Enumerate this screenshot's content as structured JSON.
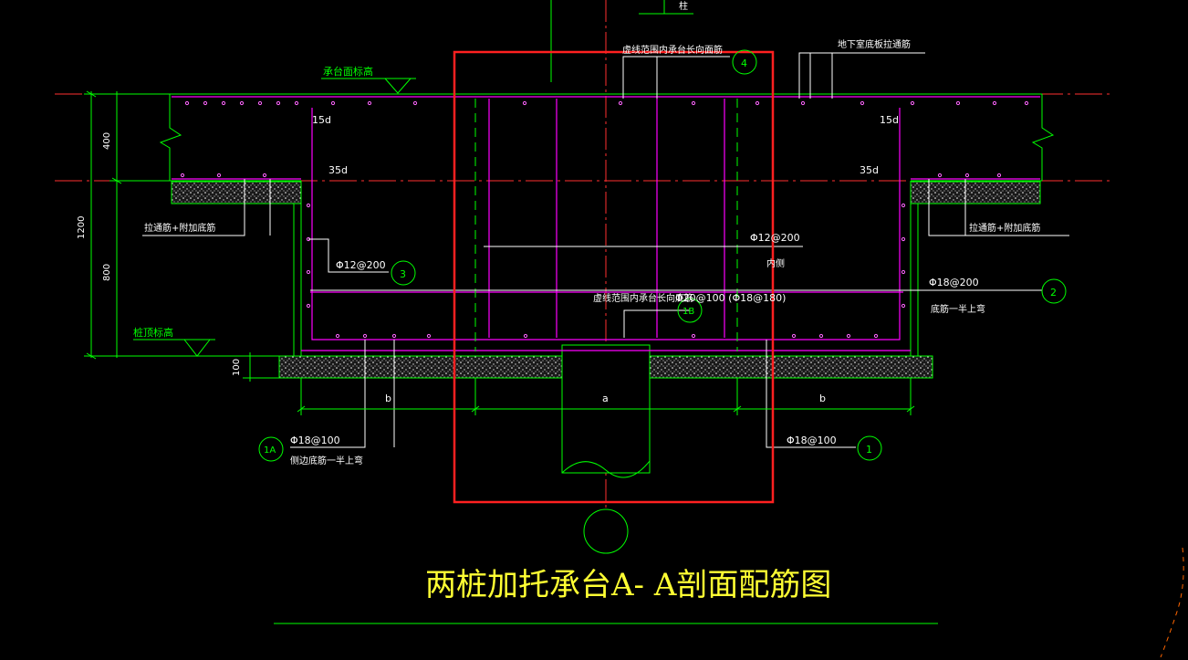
{
  "title": "两桩加托承台A- A剖面配筋图",
  "labels": {
    "col_top": "柱",
    "cap_top_elev": "承台面标高",
    "pile_top_elev": "桩顶标高",
    "basement_bar": "地下室底板拉通筋",
    "dashed_top_bar": "虚线范围内承台长向面筋",
    "dashed_bottom_bar": "虚线范围内承台长向底筋",
    "tie_bar_left": "拉通筋+附加底筋",
    "tie_bar_right": "拉通筋+附加底筋",
    "stirrup_note": "Φ12@200",
    "inner_note": "内侧",
    "bar2_spec": "Φ18@200",
    "bar2_note": "底筋一半上弯",
    "bar3_spec": "Φ12@200",
    "bar1_spec": "Φ18@100",
    "bar1a_spec": "Φ18@100",
    "bar1a_note": "侧边底筋一半上弯",
    "bar1b_spec": "Φ20@100 (Φ18@180)",
    "dim_15d_left": "15d",
    "dim_15d_right": "15d",
    "dim_35d_left": "35d",
    "dim_35d_right": "35d",
    "dim_a": "a",
    "dim_b_left": "b",
    "dim_b_right": "b"
  },
  "dimensions": {
    "total": "1200",
    "upper": "400",
    "lower": "800",
    "cushion": "100"
  },
  "callouts": {
    "c1": "1",
    "c1a": "1A",
    "c1b": "1B",
    "c2": "2",
    "c3": "3",
    "c4": "4"
  },
  "colors": {
    "background": "#000000",
    "dim_line": "#00ff00",
    "rebar": "#ff00ff",
    "leader": "#ffffff",
    "highlight": "#ff2020",
    "axis": "#ff3030",
    "title": "#ffff33",
    "orange_curve": "#ff6600"
  }
}
